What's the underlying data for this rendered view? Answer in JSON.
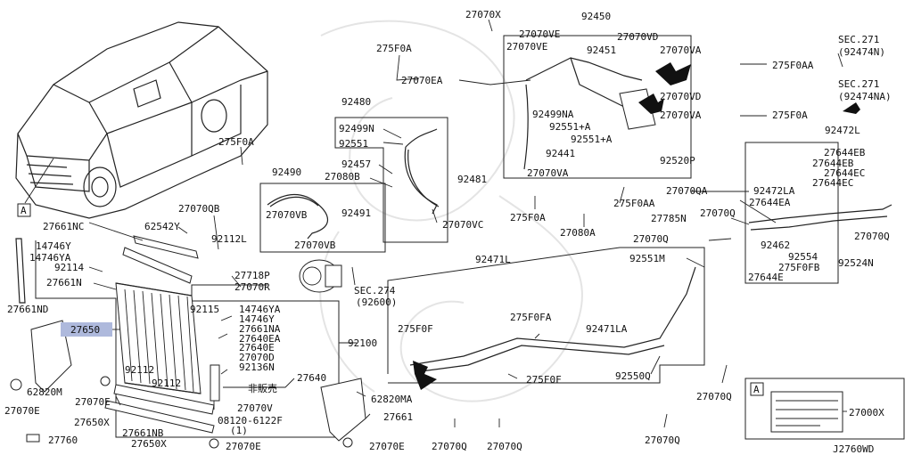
{
  "title": "J2760WD",
  "label_a_front": "A",
  "label_a_inset": "A",
  "inset_part": "27000X",
  "not_for_sale": "非販売",
  "callouts": {
    "c27070X": "27070X",
    "c92450": "92450",
    "c275F0A_1": "275F0A",
    "c27070VE_1": "27070VE",
    "c27070VD_1": "27070VD",
    "c27070VE_2": "27070VE",
    "c92451": "92451",
    "c27070VA_1": "27070VA",
    "c27070EA": "27070EA",
    "c275F0AA_1": "275F0AA",
    "c_sec271_a": "SEC.271",
    "c_sec271_a2": "(92474N)",
    "c_sec271_b": "SEC.271",
    "c_sec271_b2": "(92474NA)",
    "c92480": "92480",
    "c27070VD_2": "27070VD",
    "c27070VA_2": "27070VA",
    "c92499NA": "92499NA",
    "c275F0A_2": "275F0A",
    "c92499N": "92499N",
    "c92551A_1": "92551+A",
    "c92551A_2": "92551+A",
    "c92472L": "92472L",
    "c92551": "92551",
    "c92441": "92441",
    "c275F0A_3": "275F0A",
    "c92520P": "92520P",
    "c27644EB_1": "27644EB",
    "c27644EB_2": "27644EB",
    "c92457": "92457",
    "c27070VA_3": "27070VA",
    "c27644EC_1": "27644EC",
    "c27644EC_2": "27644EC",
    "c27080B": "27080B",
    "c92490": "92490",
    "c92481": "92481",
    "c27070QA": "27070QA",
    "c92472LA": "92472LA",
    "c27070QB": "27070QB",
    "c27070VB_1": "27070VB",
    "c275F0AA_2": "275F0AA",
    "c27644EA": "27644EA",
    "c92491": "92491",
    "c27070Q_1": "27070Q",
    "c275F0A_4": "275F0A",
    "c27785N": "27785N",
    "c27661NC": "27661NC",
    "c62542Y": "62542Y",
    "c27070VC": "27070VC",
    "c27080A": "27080A",
    "c92462": "92462",
    "c27070Q_2": "27070Q",
    "c14746Y_1": "14746Y",
    "c92112L": "92112L",
    "c27070VB_2": "27070VB",
    "c27070Q_3": "27070Q",
    "c92554": "92554",
    "c14746YA_1": "14746YA",
    "c92471L": "92471L",
    "c92551M": "92551M",
    "c275F0FB": "275F0FB",
    "c92524N": "92524N",
    "c92114": "92114",
    "c27718P": "27718P",
    "c27644E": "27644E",
    "c27661N": "27661N",
    "c27070R": "27070R",
    "c_sec274": "SEC.274",
    "c_sec274b": "(92600)",
    "c27661ND": "27661ND",
    "c92115": "92115",
    "c14746YA_2": "14746YA",
    "c14746Y_2": "14746Y",
    "c275F0FA": "275F0FA",
    "c27650": "27650",
    "c27661NA": "27661NA",
    "c275F0F_1": "275F0F",
    "c92471LA": "92471LA",
    "c92100": "92100",
    "c27640EA": "27640EA",
    "c27640E": "27640E",
    "c27070D": "27070D",
    "c92112_1": "92112",
    "c92136N": "92136N",
    "c27640": "27640",
    "c92550Q": "92550Q",
    "c92112_2": "92112",
    "c275F0F_2": "275F0F",
    "c62820M": "62820M",
    "c62820MA": "62820MA",
    "c27070Q_4": "27070Q",
    "c27070E_1": "27070E",
    "c27070V": "27070V",
    "c27661": "27661",
    "c27650X_1": "27650X",
    "c08120": "08120-6122F",
    "c08120b": "(1)",
    "c27661NB": "27661NB",
    "c27650X_2": "27650X",
    "c27070E_2": "27070E",
    "c27070E_3": "27070E",
    "c27070Q_5": "27070Q",
    "c27070Q_6": "27070Q",
    "c27070Q_7": "27070Q",
    "c27760": "27760"
  }
}
